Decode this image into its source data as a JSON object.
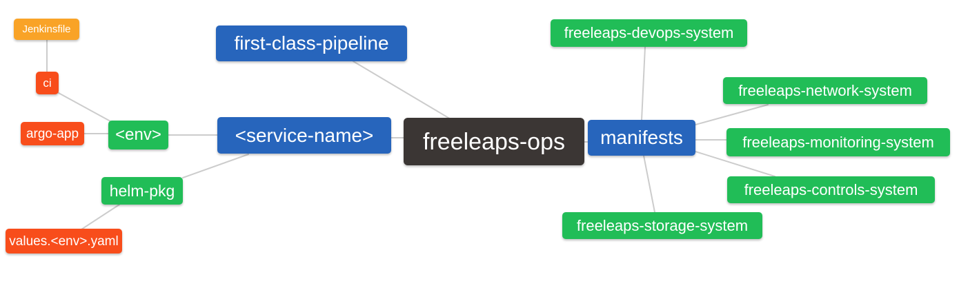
{
  "diagram": {
    "type": "mindmap",
    "root_label": "freeleaps-ops",
    "palette": {
      "blue": "#2765BC",
      "green": "#21BD57",
      "orange": "#F9A327",
      "red": "#F84D1B",
      "dark": "#3B3634",
      "edge": "#CCCCCC",
      "text": "#FFFFFF"
    },
    "nodes": [
      {
        "id": "jenkinsfile",
        "label": "Jenkinsfile",
        "color": "orange"
      },
      {
        "id": "ci",
        "label": "ci",
        "color": "red"
      },
      {
        "id": "argo-app",
        "label": "argo-app",
        "color": "red"
      },
      {
        "id": "env",
        "label": "<env>",
        "color": "green"
      },
      {
        "id": "first-class-pipeline",
        "label": "first-class-pipeline",
        "color": "blue"
      },
      {
        "id": "service-name",
        "label": "<service-name>",
        "color": "blue"
      },
      {
        "id": "freeleaps-ops",
        "label": "freeleaps-ops",
        "color": "dark"
      },
      {
        "id": "manifests",
        "label": "manifests",
        "color": "blue"
      },
      {
        "id": "helm-pkg",
        "label": "helm-pkg",
        "color": "green"
      },
      {
        "id": "values-env-yaml",
        "label": "values.<env>.yaml",
        "color": "red"
      },
      {
        "id": "freeleaps-devops-system",
        "label": "freeleaps-devops-system",
        "color": "green"
      },
      {
        "id": "freeleaps-network-system",
        "label": "freeleaps-network-system",
        "color": "green"
      },
      {
        "id": "freeleaps-monitoring-system",
        "label": "freeleaps-monitoring-system",
        "color": "green"
      },
      {
        "id": "freeleaps-controls-system",
        "label": "freeleaps-controls-system",
        "color": "green"
      },
      {
        "id": "freeleaps-storage-system",
        "label": "freeleaps-storage-system",
        "color": "green"
      }
    ],
    "edges": [
      [
        "jenkinsfile",
        "ci"
      ],
      [
        "ci",
        "env"
      ],
      [
        "argo-app",
        "env"
      ],
      [
        "env",
        "service-name"
      ],
      [
        "first-class-pipeline",
        "freeleaps-ops"
      ],
      [
        "service-name",
        "freeleaps-ops"
      ],
      [
        "service-name",
        "helm-pkg"
      ],
      [
        "helm-pkg",
        "values-env-yaml"
      ],
      [
        "freeleaps-ops",
        "manifests"
      ],
      [
        "manifests",
        "freeleaps-devops-system"
      ],
      [
        "manifests",
        "freeleaps-network-system"
      ],
      [
        "manifests",
        "freeleaps-monitoring-system"
      ],
      [
        "manifests",
        "freeleaps-controls-system"
      ],
      [
        "manifests",
        "freeleaps-storage-system"
      ]
    ]
  }
}
